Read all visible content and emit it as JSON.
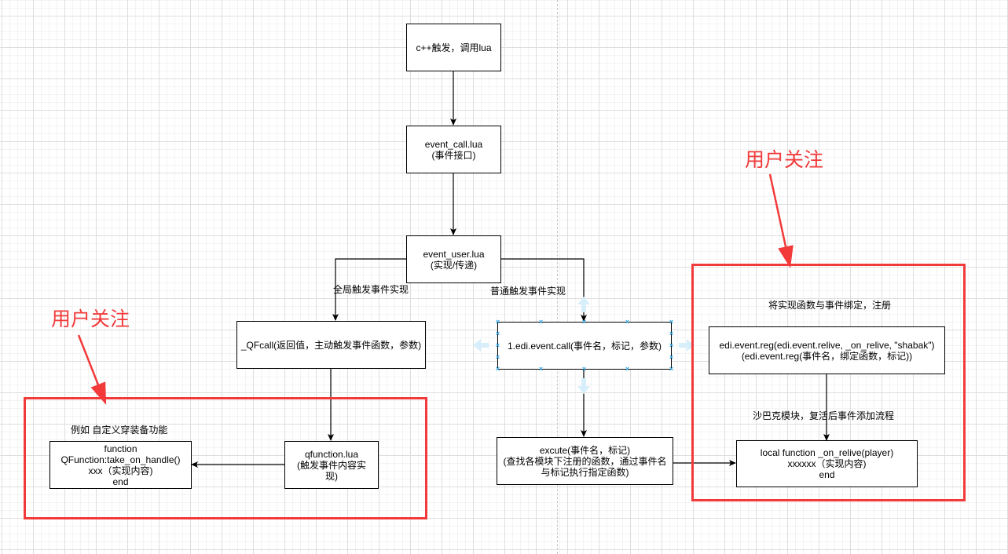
{
  "diagram": {
    "nodes": {
      "cpp_trigger": {
        "lines": [
          "c++触发，调用lua"
        ]
      },
      "event_call": {
        "lines": [
          "event_call.lua",
          "(事件接口)"
        ]
      },
      "event_user": {
        "lines": [
          "event_user.lua",
          "(实现/传递)"
        ]
      },
      "qfcall": {
        "lines": [
          "_QFcall(返回值，主动触发事件函数，参数)"
        ]
      },
      "edi_event_call": {
        "lines": [
          "1.edi.event.call(事件名，标记，参数)"
        ]
      },
      "qfunction": {
        "lines": [
          "qfunction.lua",
          "(触发事件内容实",
          "现)"
        ]
      },
      "take_on_handle": {
        "lines": [
          "function",
          "QFunction:take_on_handle()",
          "xxx（实现内容)",
          "end"
        ]
      },
      "excute": {
        "lines": [
          "excute(事件名，标记)",
          "(查找各模块下注册的函数，通过事件名",
          "与标记执行指定函数)"
        ]
      },
      "event_reg": {
        "lines": [
          "edi.event.reg(edi.event.relive, _on_relive, \"shabak\")",
          "(edi.event.reg(事件名，绑定函数，标记))"
        ]
      },
      "on_relive": {
        "lines": [
          "local function _on_relive(player)",
          "xxxxxx（实现内容)",
          "end"
        ]
      }
    },
    "edge_labels": {
      "global_trigger": "全局触发事件实现",
      "normal_trigger": "普通触发事件实现",
      "example": "例如 自定义穿装备功能",
      "bind_register": "将实现函数与事件绑定，注册",
      "shabak_module": "沙巴克模块，复活后事件添加流程"
    },
    "annotations": {
      "left_focus": "用户关注",
      "right_focus": "用户关注"
    },
    "colors": {
      "highlight": "#f23a3a",
      "selection": "#29a3e3",
      "stroke": "#000000"
    },
    "selected_node": "edi_event_call"
  }
}
